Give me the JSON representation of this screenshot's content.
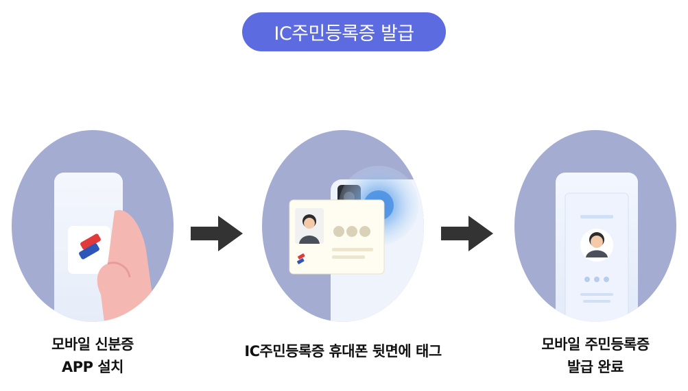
{
  "title": "IC주민등록증 발급",
  "steps": [
    {
      "line1": "모바일 신분증",
      "line2": "APP 설치",
      "illustration": "phone-app-install"
    },
    {
      "line1": "IC주민등록증 휴대폰 뒷면에 태그",
      "line2": "",
      "illustration": "card-tag-phone"
    },
    {
      "line1": "모바일 주민등록증",
      "line2": "발급 완료",
      "illustration": "phone-id-issued"
    }
  ],
  "colors": {
    "pill": "#5c6be0",
    "circle": "#a4acd2",
    "arrow": "#333333",
    "phone": "#eef3fc",
    "accent_blue": "#4a90e2"
  }
}
